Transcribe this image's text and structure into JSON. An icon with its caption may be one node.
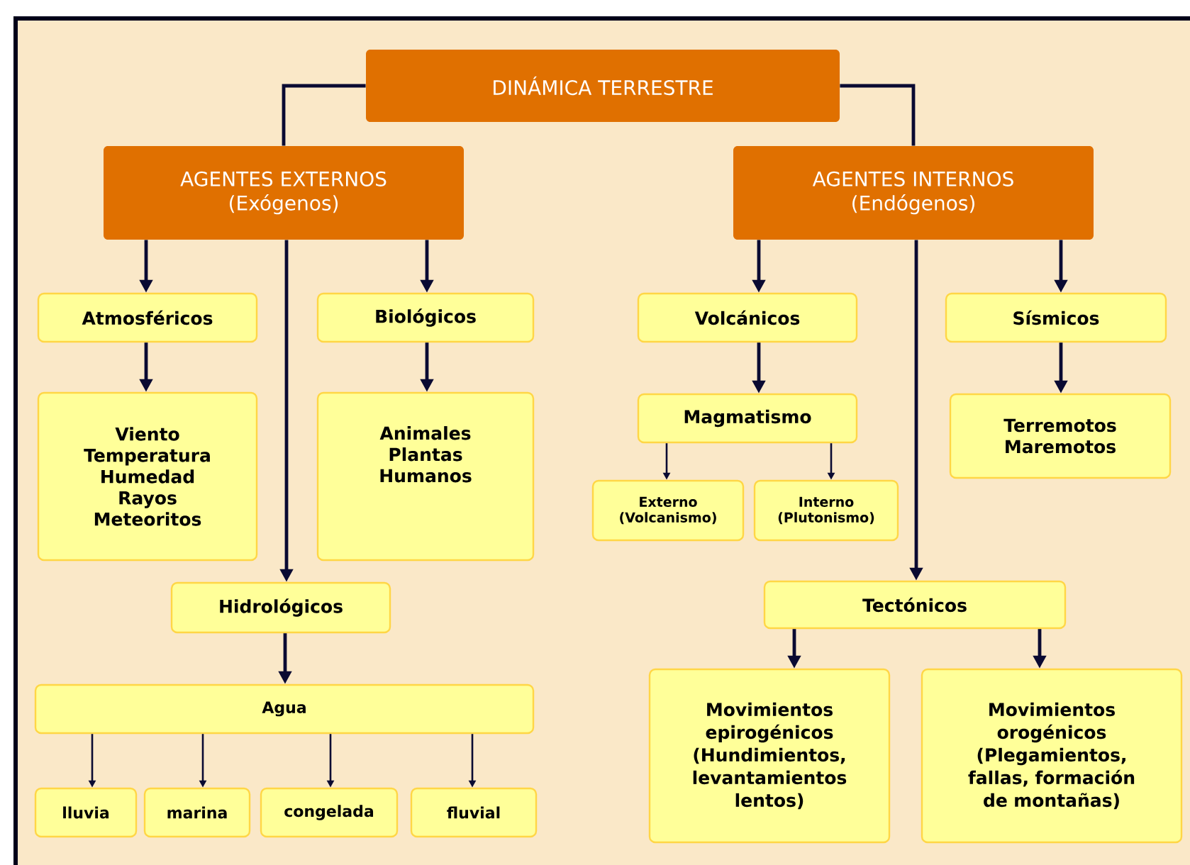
{
  "diagram": {
    "nodes": [
      {
        "text": [
          "DINÁMICA TERRESTRE"
        ]
      },
      {
        "text": [
          "AGENTES EXTERNOS",
          "(Exógenos)"
        ]
      },
      {
        "text": [
          "AGENTES INTERNOS",
          "(Endógenos)"
        ]
      },
      {
        "text": [
          "Atmosféricos"
        ]
      },
      {
        "text": [
          "Biológicos"
        ]
      },
      {
        "text": [
          "Viento",
          "Temperatura",
          "Humedad",
          "Rayos",
          "Meteoritos"
        ]
      },
      {
        "text": [
          "Animales",
          "Plantas",
          "Humanos"
        ]
      },
      {
        "text": [
          "Hidrológicos"
        ]
      },
      {
        "text": [
          "Agua"
        ]
      },
      {
        "text": [
          "lluvia"
        ]
      },
      {
        "text": [
          "marina"
        ]
      },
      {
        "text": [
          "congelada"
        ]
      },
      {
        "text": [
          "fluvial"
        ]
      },
      {
        "text": [
          "Volcánicos"
        ]
      },
      {
        "text": [
          "Sísmicos"
        ]
      },
      {
        "text": [
          "Magmatismo"
        ]
      },
      {
        "text": [
          "Terremotos",
          "Maremotos"
        ]
      },
      {
        "text": [
          "Externo",
          "(Volcanismo)"
        ]
      },
      {
        "text": [
          "Interno",
          "(Plutonismo)"
        ]
      },
      {
        "text": [
          "Tectónicos"
        ]
      },
      {
        "text": [
          "Movimientos epirogénicos (Hundimientos, levantamientos lentos)"
        ]
      },
      {
        "text": [
          "Movimientos orogénicos (Plegamientos, fallas, formación de montañas)"
        ]
      }
    ],
    "edges": [
      {
        "from": 0,
        "to": 1,
        "arrow": "none"
      },
      {
        "from": 0,
        "to": 2,
        "arrow": "none"
      },
      {
        "from": 1,
        "to": 3,
        "arrow": "to"
      },
      {
        "from": 1,
        "to": 4,
        "arrow": "to"
      },
      {
        "from": 1,
        "to": 7,
        "arrow": "to"
      },
      {
        "from": 3,
        "to": 5,
        "arrow": "to"
      },
      {
        "from": 4,
        "to": 6,
        "arrow": "to"
      },
      {
        "from": 7,
        "to": 8,
        "arrow": "to"
      },
      {
        "from": 8,
        "to": 9,
        "arrow": "to"
      },
      {
        "from": 8,
        "to": 10,
        "arrow": "to"
      },
      {
        "from": 8,
        "to": 11,
        "arrow": "to"
      },
      {
        "from": 8,
        "to": 12,
        "arrow": "to"
      },
      {
        "from": 2,
        "to": 13,
        "arrow": "to"
      },
      {
        "from": 2,
        "to": 14,
        "arrow": "to"
      },
      {
        "from": 2,
        "to": 19,
        "arrow": "to"
      },
      {
        "from": 13,
        "to": 15,
        "arrow": "to"
      },
      {
        "from": 14,
        "to": 16,
        "arrow": "to"
      },
      {
        "from": 15,
        "to": 17,
        "arrow": "to"
      },
      {
        "from": 15,
        "to": 18,
        "arrow": "to"
      },
      {
        "from": 19,
        "to": 20,
        "arrow": "to"
      },
      {
        "from": 19,
        "to": 21,
        "arrow": "to"
      }
    ]
  }
}
